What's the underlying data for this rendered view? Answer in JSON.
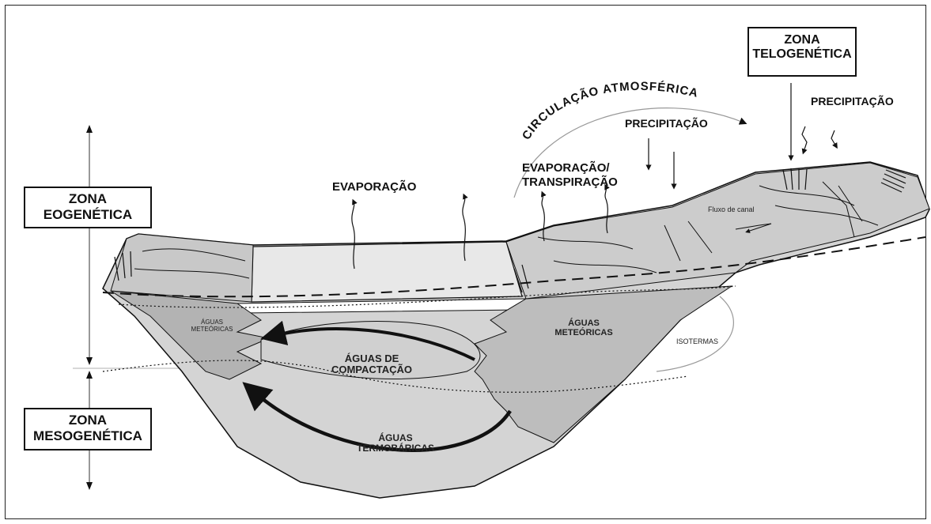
{
  "zones": {
    "telogenetica": {
      "line1": "ZONA",
      "line2": "TELOGENÉTICA"
    },
    "eogenetica": {
      "line1": "ZONA",
      "line2": "EOGENÉTICA"
    },
    "mesogenetica": {
      "line1": "ZONA",
      "line2": "MESOGENÉTICA"
    }
  },
  "labels": {
    "circulacao": "CIRCULAÇÃO ATMOSFÉRICA",
    "precipitacao_1": "PRECIPITAÇÃO",
    "precipitacao_2": "PRECIPITAÇÃO",
    "evaporacao": "EVAPORAÇÃO",
    "evapotranspiracao_1": "EVAPORAÇÃO/",
    "evapotranspiracao_2": "TRANSPIRAÇÃO",
    "fluxo_canal": "Fluxo de canal",
    "aguas_meteoricas_left_1": "ÁGUAS",
    "aguas_meteoricas_left_2": "METEÓRICAS",
    "aguas_meteoricas_right_1": "ÁGUAS",
    "aguas_meteoricas_right_2": "METEÓRICAS",
    "isotermas": "ISOTERMAS",
    "compactacao_1": "ÁGUAS DE",
    "compactacao_2": "COMPACTAÇÃO",
    "termobaricas_1": "ÁGUAS",
    "termobaricas_2": "TERMOBÁRICAS"
  },
  "colors": {
    "ink": "#111111",
    "basin_fill": "#d4d4d4",
    "lake_fill": "#e2e2e2",
    "meteoric_fill": "#b8b8b8",
    "deep_fill": "#d8d8d8"
  }
}
